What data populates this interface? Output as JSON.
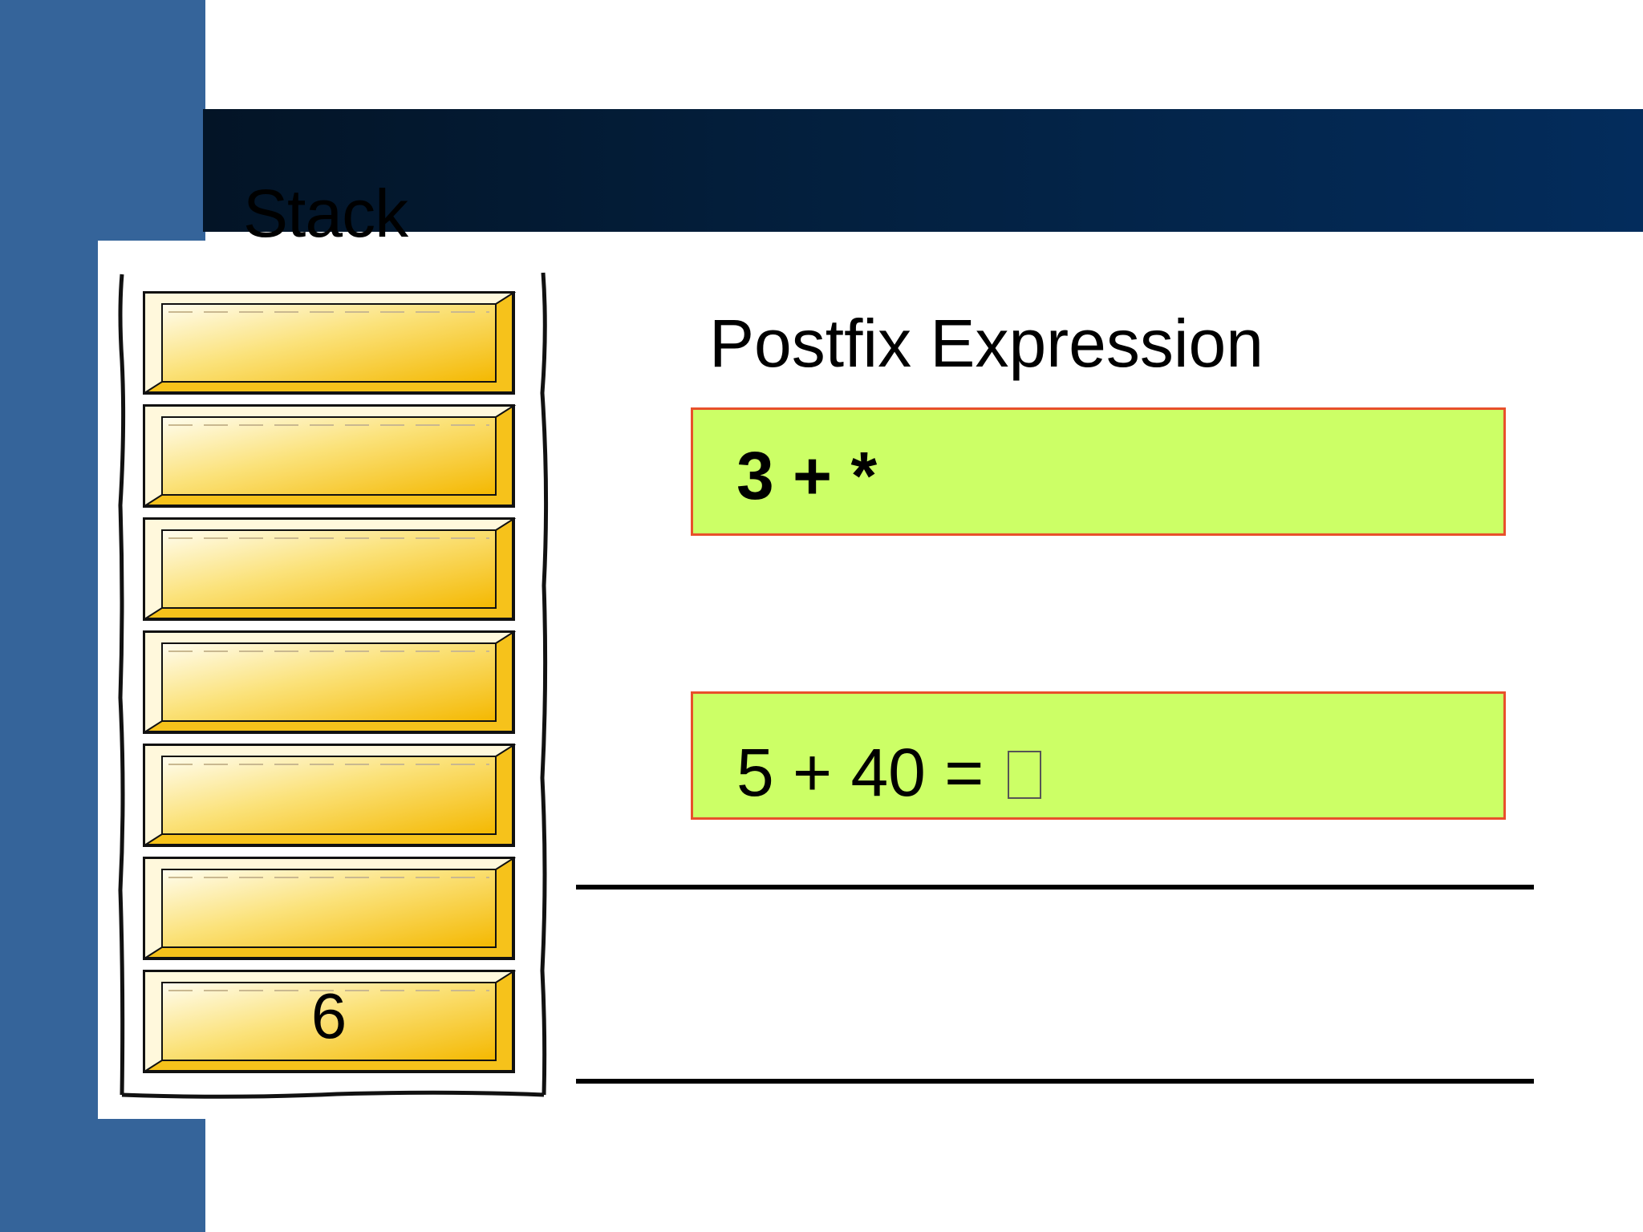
{
  "slide": {
    "stack_title": "Stack",
    "postfix_title": "Postfix Expression",
    "expression": "3 + *",
    "calculation": "5 + 40 = "
  },
  "stack": {
    "slot_count": 7,
    "values": [
      "",
      "",
      "",
      "",
      "",
      "",
      "6"
    ]
  },
  "colors": {
    "sidebar": "#35649a",
    "header_band_dark": "#031426",
    "header_band_light": "#032c5c",
    "box_fill": "#ccff66",
    "box_border": "#e8502b",
    "slot_gold": "#f6c21b"
  }
}
